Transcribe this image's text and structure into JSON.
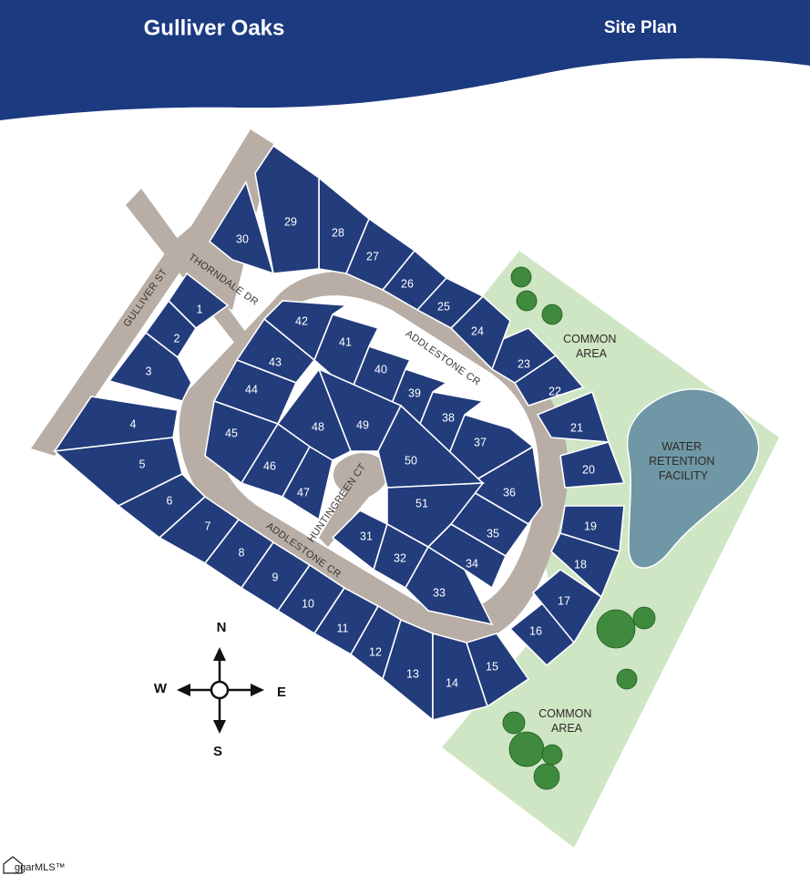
{
  "header": {
    "title": "Gulliver Oaks",
    "subtitle": "Site Plan"
  },
  "streets": {
    "gulliver": "GULLIVER ST",
    "thorndale": "THORNDALE DR",
    "addlestone_upper": "ADDLESTONE CR",
    "addlestone_lower": "ADDLESTONE CR",
    "huntingreen": "HUNTINGREEN CT"
  },
  "areas": {
    "common_upper": [
      "COMMON",
      "AREA"
    ],
    "common_lower": [
      "COMMON",
      "AREA"
    ],
    "water": [
      "WATER",
      "RETENTION",
      "FACILITY"
    ]
  },
  "compass": {
    "north": "N",
    "south": "S",
    "east": "E",
    "west": "W"
  },
  "watermark": {
    "text": "ggarMLS™"
  },
  "colors": {
    "header_blue": "#1c3a80",
    "lot_blue": "#223c7c",
    "road": "#b8aea6",
    "common_green": "#cfe6c4",
    "water": "#6f97a6"
  },
  "lots": [
    {
      "num": "1"
    },
    {
      "num": "2"
    },
    {
      "num": "3"
    },
    {
      "num": "4"
    },
    {
      "num": "5"
    },
    {
      "num": "6"
    },
    {
      "num": "7"
    },
    {
      "num": "8"
    },
    {
      "num": "9"
    },
    {
      "num": "10"
    },
    {
      "num": "11"
    },
    {
      "num": "12"
    },
    {
      "num": "13"
    },
    {
      "num": "14"
    },
    {
      "num": "15"
    },
    {
      "num": "16"
    },
    {
      "num": "17"
    },
    {
      "num": "18"
    },
    {
      "num": "19"
    },
    {
      "num": "20"
    },
    {
      "num": "21"
    },
    {
      "num": "22"
    },
    {
      "num": "23"
    },
    {
      "num": "24"
    },
    {
      "num": "25"
    },
    {
      "num": "26"
    },
    {
      "num": "27"
    },
    {
      "num": "28"
    },
    {
      "num": "29"
    },
    {
      "num": "30"
    },
    {
      "num": "31"
    },
    {
      "num": "32"
    },
    {
      "num": "33"
    },
    {
      "num": "34"
    },
    {
      "num": "35"
    },
    {
      "num": "36"
    },
    {
      "num": "37"
    },
    {
      "num": "38"
    },
    {
      "num": "39"
    },
    {
      "num": "40"
    },
    {
      "num": "41"
    },
    {
      "num": "42"
    },
    {
      "num": "43"
    },
    {
      "num": "44"
    },
    {
      "num": "45"
    },
    {
      "num": "46"
    },
    {
      "num": "47"
    },
    {
      "num": "48"
    },
    {
      "num": "49"
    },
    {
      "num": "50"
    },
    {
      "num": "51"
    }
  ]
}
